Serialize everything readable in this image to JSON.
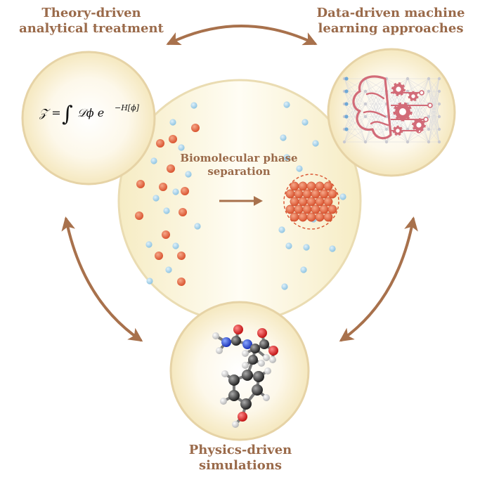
{
  "labels": {
    "theory_line1": "Theory-driven",
    "theory_line2": "analytical treatment",
    "data_line1": "Data-driven machine",
    "data_line2": "learning approaches",
    "physics_line1": "Physics-driven",
    "physics_line2": "simulations",
    "center_line1": "Biomolecular phase",
    "center_line2": "separation"
  },
  "equation": {
    "lhs": "𝒵 = ",
    "integral": "∫",
    "body": "𝒟ϕ  e",
    "exponent": "−H[ϕ]"
  },
  "colors": {
    "label_text": "#9a6a4a",
    "arrow": "#a8714c",
    "circle_border": "#e6d3a6",
    "circle_fill": "#fbf4dc",
    "red_particle": "#e0603e",
    "blue_particle": "#a9d3ea",
    "ml_icon": "#d26b78"
  },
  "icons": {
    "ml": "brain-gears-icon",
    "molecule": "molecule-icon",
    "arrow": "process-arrow-icon"
  }
}
